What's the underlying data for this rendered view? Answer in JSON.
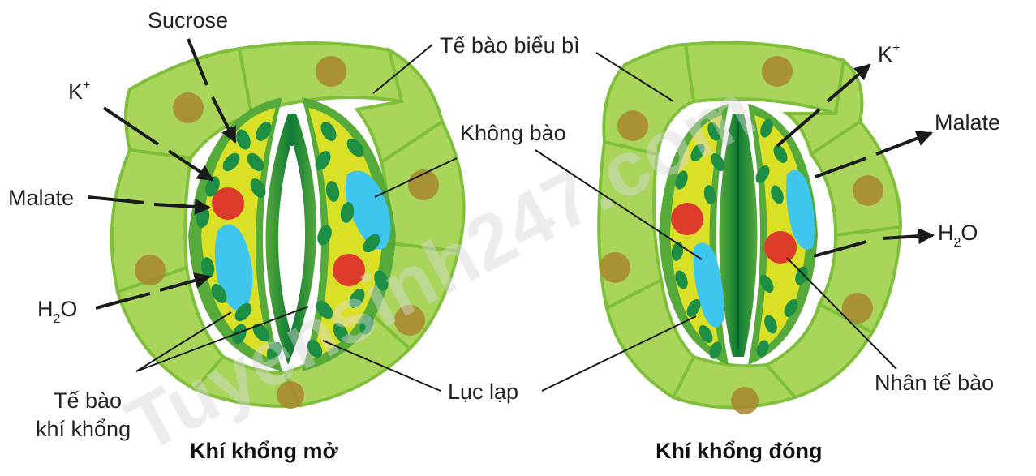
{
  "colors": {
    "epidermis_fill": "#a9d65a",
    "epidermis_stroke": "#7fbf3a",
    "nucleus_brown": "#a8862e",
    "guard_wall": "#56aa3a",
    "guard_inner": "#d9e026",
    "chloroplast": "#1d8f45",
    "vacuole": "#3ec6ee",
    "cell_nucleus": "#dd3b2a",
    "pore_dark": "#0e7a36",
    "arrow": "#1a1a1a"
  },
  "labels": {
    "sucrose": "Sucrose",
    "k_plus": "K",
    "plus_sign": "+",
    "malate_left": "Malate",
    "h2o_left_h": "H",
    "h2o_left_sub": "2",
    "h2o_left_o": "O",
    "guard_cell_line1": "Tế bào",
    "guard_cell_line2": "khí khổng",
    "epidermal_cell": "Tế bào biểu bì",
    "vacuole": "Không bào",
    "chloroplast": "Lục lạp",
    "k_plus_right": "K",
    "plus_sign_right": "+",
    "malate_right": "Malate",
    "h2o_right_h": "H",
    "h2o_right_sub": "2",
    "h2o_right_o": "O",
    "nucleus": "Nhân tế bào"
  },
  "captions": {
    "open": "Khí khổng mở",
    "closed": "Khí khổng đóng"
  },
  "watermark": "Tuyensinh247.com",
  "icons": {
    "arrow": "arrow-right-icon"
  }
}
